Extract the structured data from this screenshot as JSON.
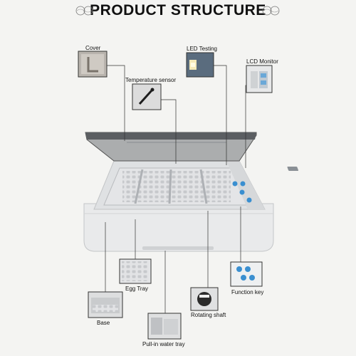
{
  "header": {
    "title": "PRODUCT STRUCTURE"
  },
  "callouts": {
    "cover": "Cover",
    "temperature_sensor": "Temperature sensor",
    "led_testing": "LED Testing",
    "lcd_monitor": "LCD Monitor",
    "egg_tray": "Egg Tray",
    "base": "Base",
    "rotating_shaft": "Rotating shaft",
    "pull_in_water_tray": "Pull-in water tray",
    "function_key": "Function key"
  },
  "colors": {
    "background": "#f4f4f2",
    "leader_line": "#333333",
    "lid_tint": "#6f7276",
    "body": "#e6e7e8",
    "accent_blue": "#3a8fd0"
  }
}
